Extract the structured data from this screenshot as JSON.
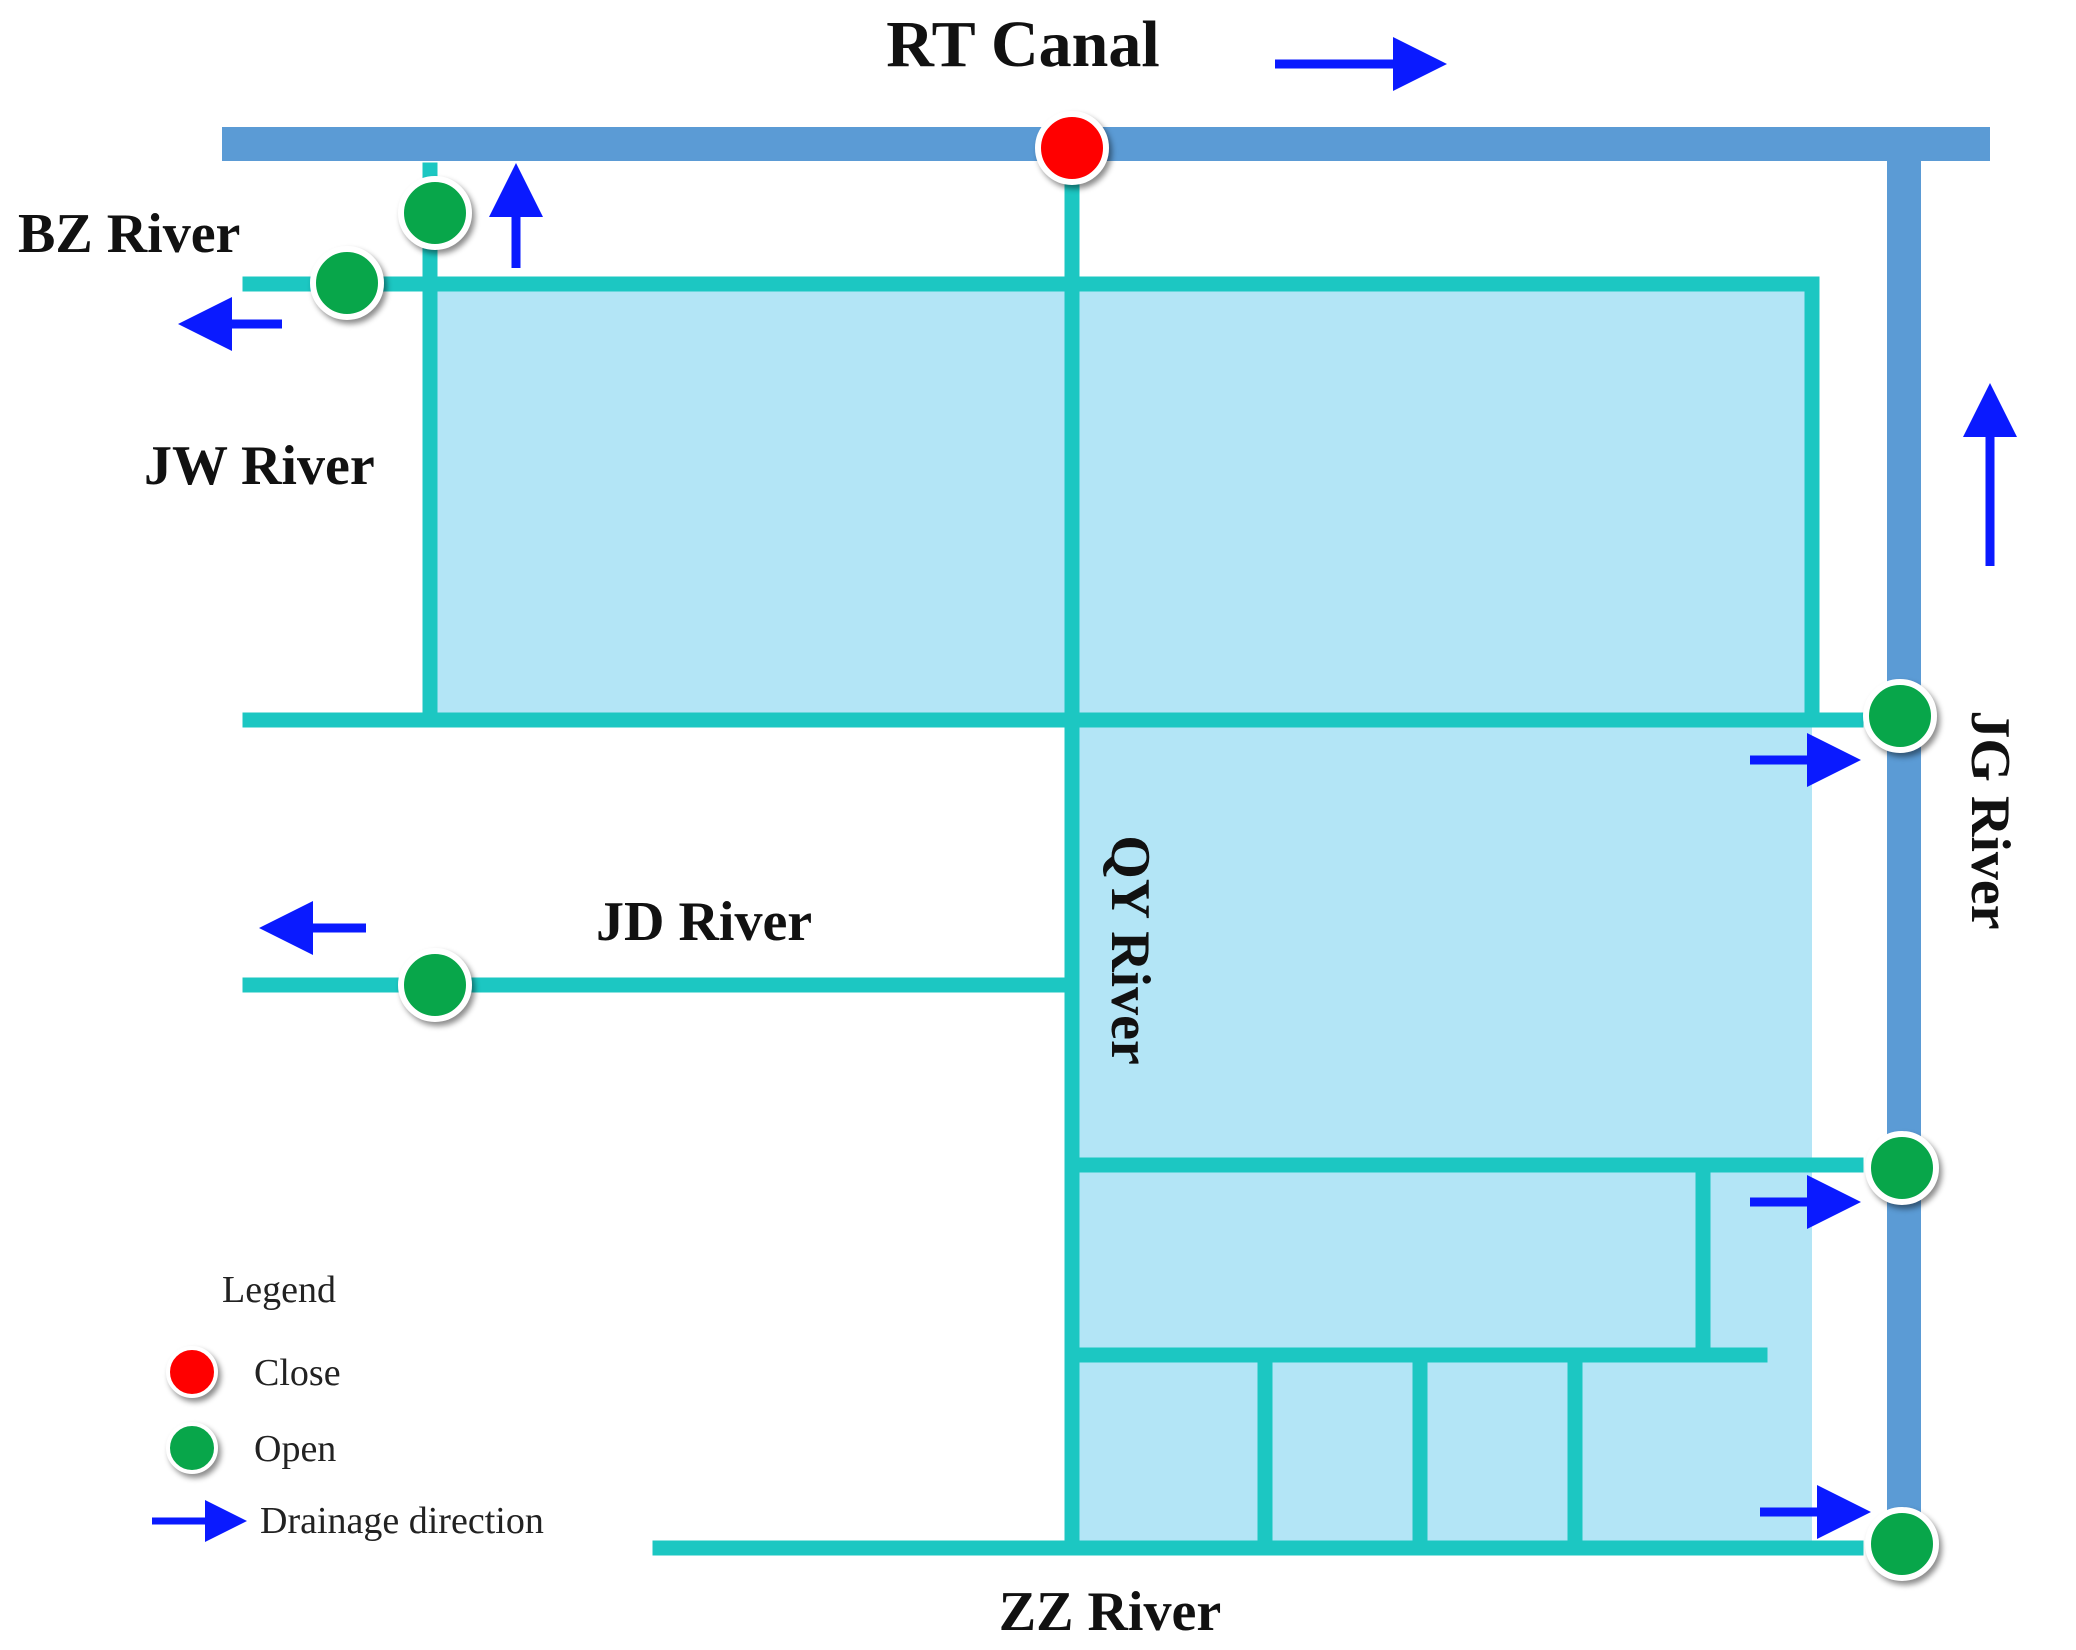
{
  "labels": {
    "rt_canal": "RT Canal",
    "bz_river": "BZ River",
    "jw_river": "JW River",
    "jd_river": "JD River",
    "qy_river": "QY River",
    "jg_river": "JG River",
    "zz_river": "ZZ River"
  },
  "legend": {
    "title": "Legend",
    "close": "Close",
    "open": "Open",
    "drainage": "Drainage direction"
  },
  "colors": {
    "main_canal": "#5b9bd5",
    "river": "#1cc7c2",
    "area_fill": "#b3e5f6",
    "gate_close": "#ff0000",
    "gate_open": "#08a64a",
    "arrow": "#0a1aff"
  },
  "gates": [
    {
      "id": "rt-canal-gate",
      "status": "Close"
    },
    {
      "id": "bz-north-gate",
      "status": "Open"
    },
    {
      "id": "bz-west-gate",
      "status": "Open"
    },
    {
      "id": "jd-gate",
      "status": "Open"
    },
    {
      "id": "jg-gate-1",
      "status": "Open"
    },
    {
      "id": "jg-gate-2",
      "status": "Open"
    },
    {
      "id": "jg-gate-3",
      "status": "Open"
    }
  ]
}
